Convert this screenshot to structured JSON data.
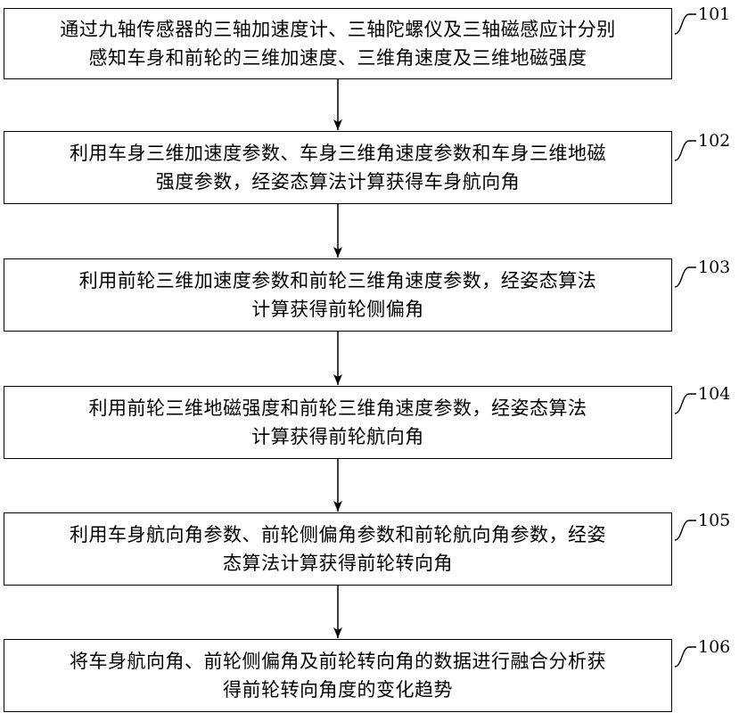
{
  "steps": [
    {
      "id": "101",
      "line1": "通过九轴传感器的三轴加速度计、三轴陀螺仪及三轴磁感应计分别",
      "line2": "感知车身和前轮的三维加速度、三维角速度及三维地磁强度"
    },
    {
      "id": "102",
      "line1": "利用车身三维加速度参数、车身三维角速度参数和车身三维地磁",
      "line2": "强度参数，经姿态算法计算获得车身航向角"
    },
    {
      "id": "103",
      "line1": "利用前轮三维加速度参数和前轮三维角速度参数，经姿态算法",
      "line2": "计算获得前轮侧偏角"
    },
    {
      "id": "104",
      "line1": "利用前轮三维地磁强度和前轮三维角速度参数，经姿态算法",
      "line2": "计算获得前轮航向角"
    },
    {
      "id": "105",
      "line1": "利用车身航向角参数、前轮侧偏角参数和前轮航向角参数，经姿",
      "line2": "态算法计算获得前轮转向角"
    },
    {
      "id": "106",
      "line1": "将车身航向角、前轮侧偏角及前轮转向角的数据进行融合分析获",
      "line2": "得前轮转向角度的变化趋势"
    }
  ]
}
